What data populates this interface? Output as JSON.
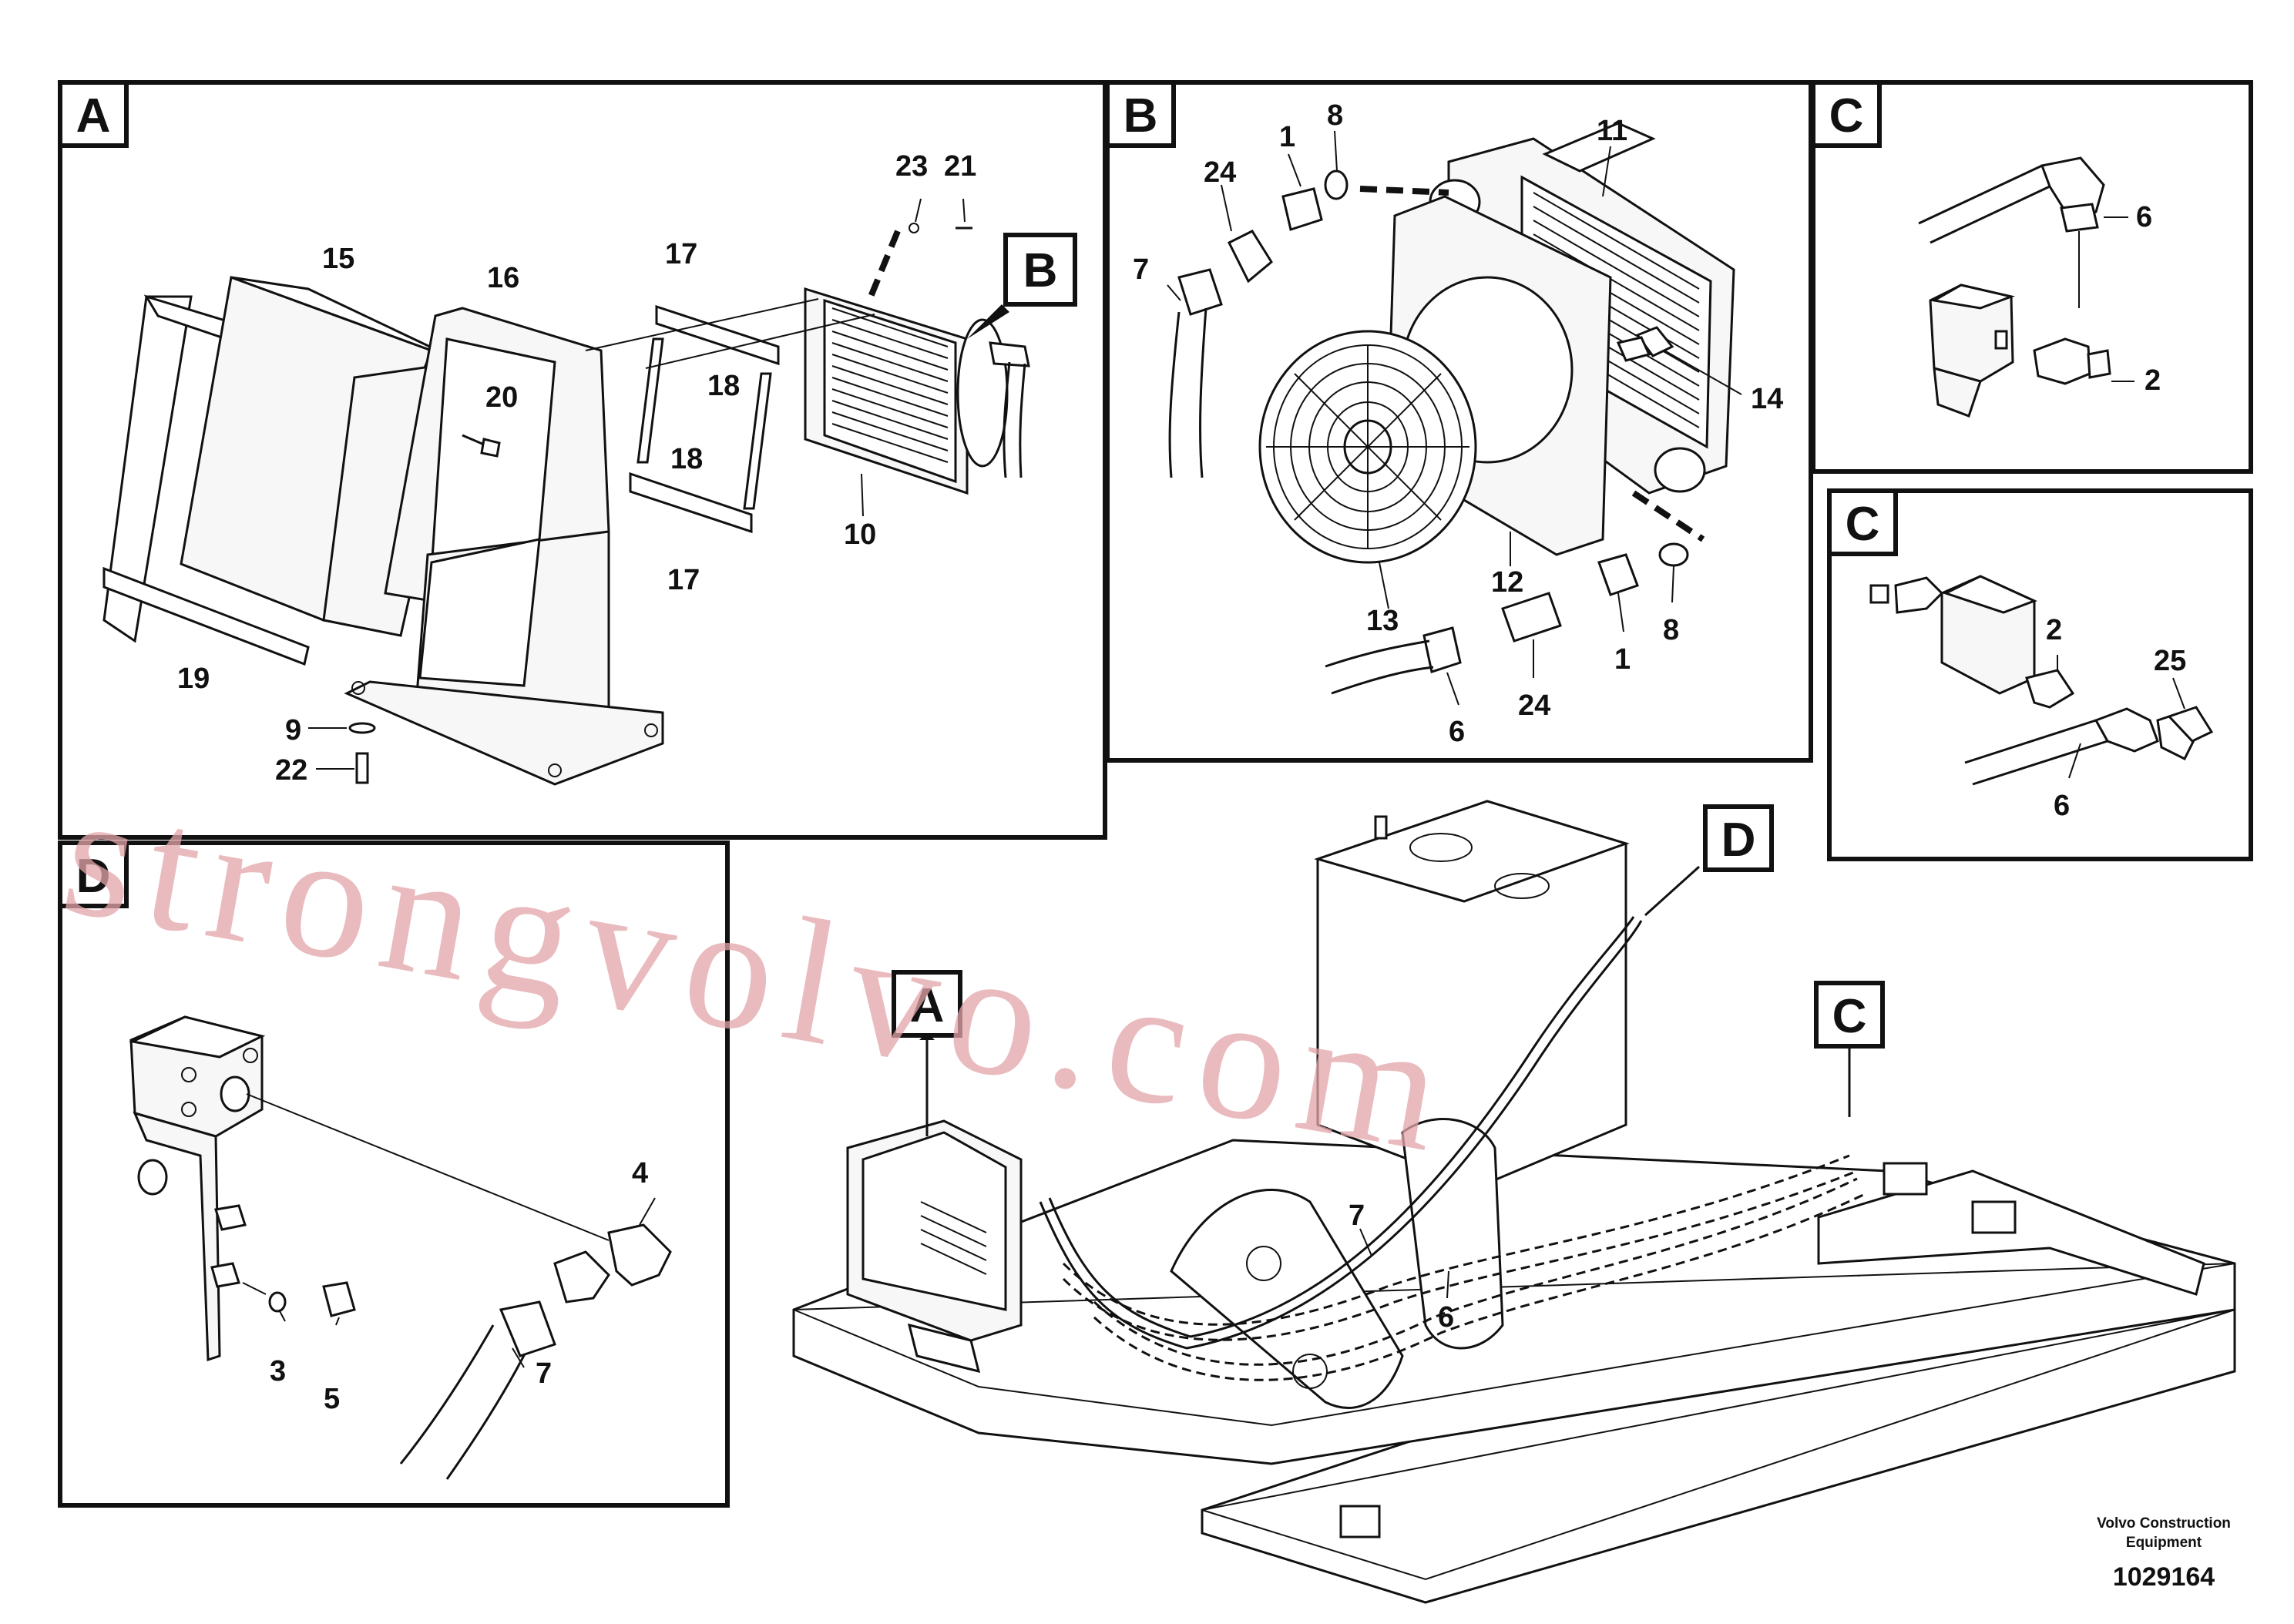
{
  "panels": {
    "A": {
      "badge": "A",
      "callouts": [
        "15",
        "16",
        "17",
        "17",
        "18",
        "18",
        "19",
        "20",
        "21",
        "23",
        "10",
        "9",
        "22"
      ],
      "sub_badge": "B"
    },
    "B": {
      "badge": "B",
      "callouts": [
        "1",
        "8",
        "11",
        "24",
        "7",
        "14",
        "13",
        "12",
        "1",
        "8",
        "24",
        "6"
      ]
    },
    "C_top": {
      "badge": "C",
      "callouts": [
        "6",
        "2"
      ]
    },
    "C_bottom": {
      "badge": "C",
      "callouts": [
        "2",
        "25",
        "6"
      ]
    },
    "D": {
      "badge": "D",
      "callouts": [
        "4",
        "3",
        "5",
        "7"
      ]
    },
    "overview": {
      "badges": [
        "A",
        "C",
        "D"
      ],
      "callouts": [
        "7",
        "6"
      ]
    }
  },
  "footer": {
    "line1": "Volvo Construction",
    "line2": "Equipment",
    "doc_number": "1029164"
  },
  "watermark": "strongvolvo.com"
}
